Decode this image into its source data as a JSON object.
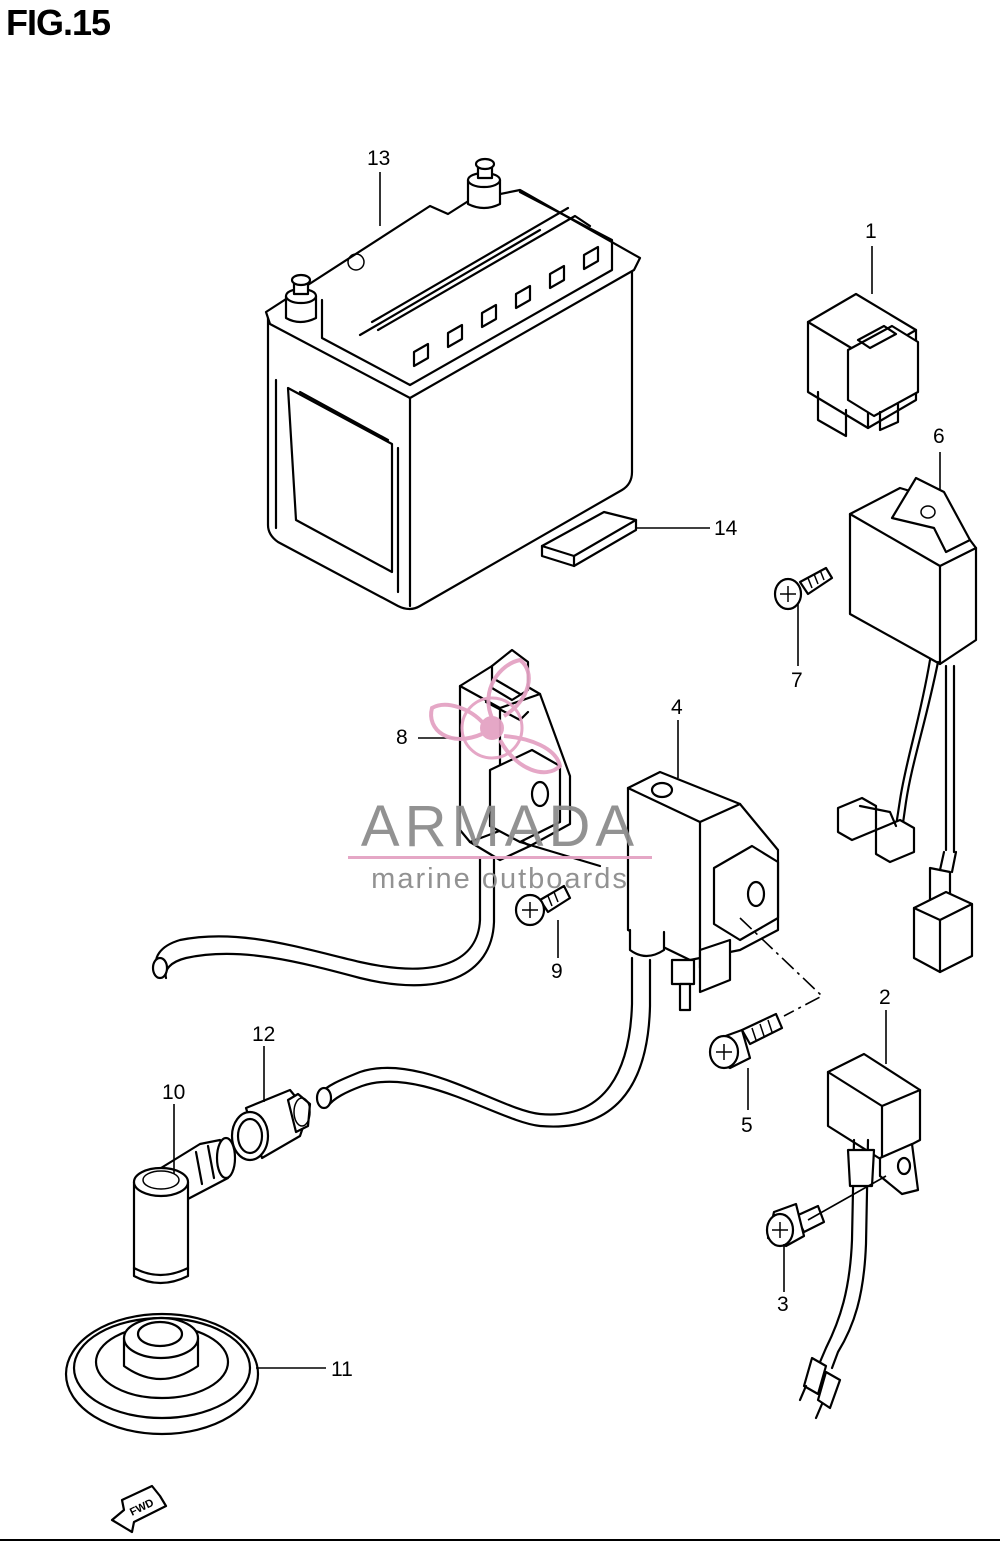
{
  "figure": {
    "title": "FIG.15"
  },
  "callouts": [
    {
      "id": "c1",
      "label": "1"
    },
    {
      "id": "c2",
      "label": "2"
    },
    {
      "id": "c3",
      "label": "3"
    },
    {
      "id": "c4",
      "label": "4"
    },
    {
      "id": "c5",
      "label": "5"
    },
    {
      "id": "c6",
      "label": "6"
    },
    {
      "id": "c7",
      "label": "7"
    },
    {
      "id": "c8",
      "label": "8"
    },
    {
      "id": "c9",
      "label": "9"
    },
    {
      "id": "c10",
      "label": "10"
    },
    {
      "id": "c11",
      "label": "11"
    },
    {
      "id": "c12",
      "label": "12"
    },
    {
      "id": "c13",
      "label": "13"
    },
    {
      "id": "c14",
      "label": "14"
    }
  ],
  "watermark": {
    "brand": "ARMADA",
    "tagline": "marine outboards",
    "colors": {
      "logo": "#e4a3c4",
      "text": "#8d8d8d"
    }
  },
  "direction_marker": {
    "text": "FWD"
  }
}
